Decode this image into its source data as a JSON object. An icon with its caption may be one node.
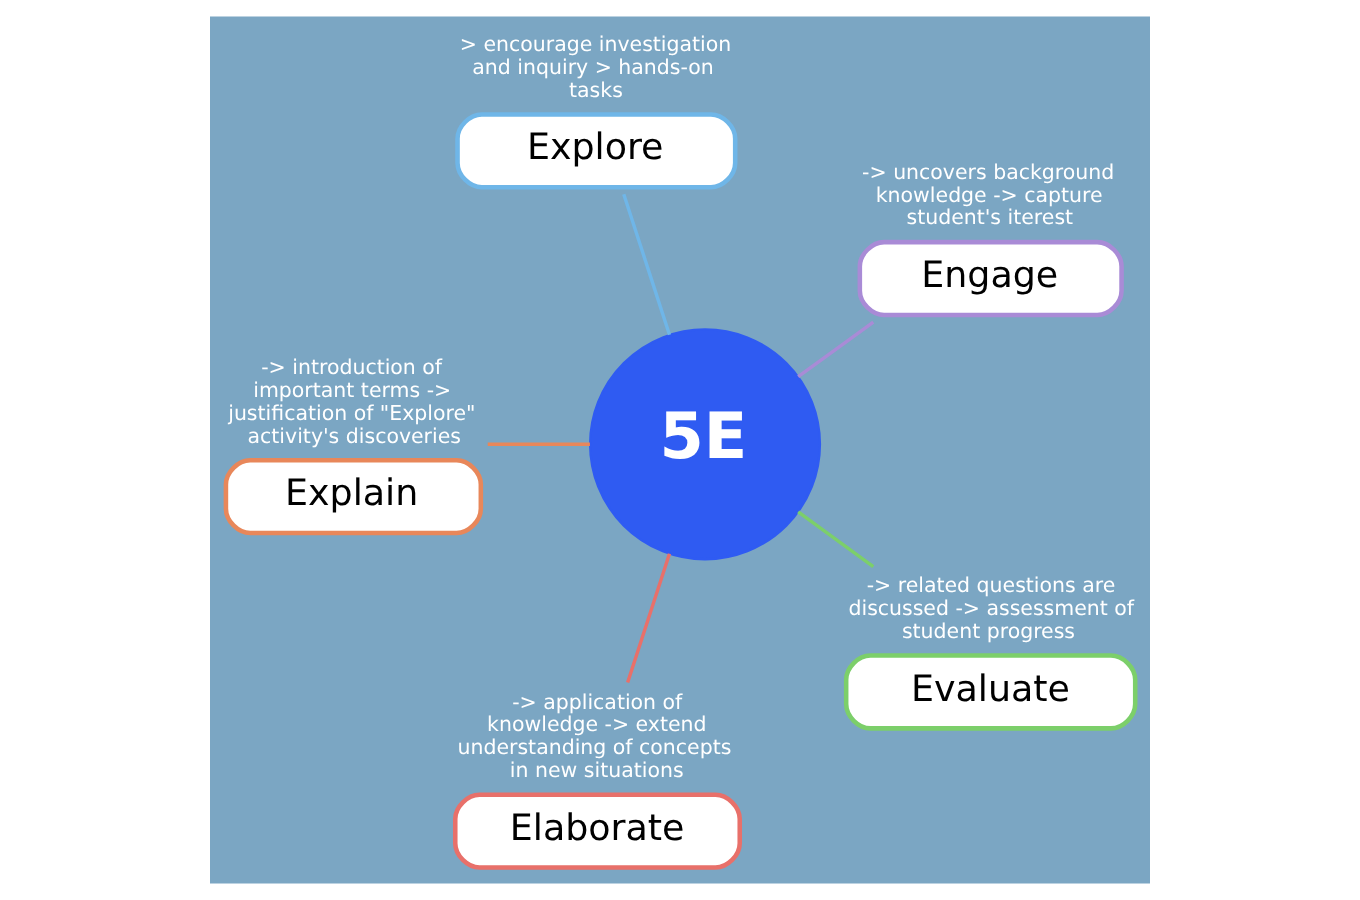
{
  "diagram": {
    "nodes": [
      {
        "text": [
          "5E"
        ]
      },
      {
        "text": [
          "Engage"
        ],
        "beside": [
          "-> uncovers background knowledge -> capture student's iterest"
        ]
      },
      {
        "text": [
          "Explore"
        ],
        "beside": [
          "> encourage investigation and inquiry > hands-on tasks"
        ]
      },
      {
        "text": [
          "Explain"
        ],
        "beside": [
          "-> introduction of important terms -> justification of \"Explore\" activity's discoveries"
        ]
      },
      {
        "text": [
          "Elaborate"
        ],
        "beside": [
          "-> application of knowledge -> extend understanding of concepts in new situations"
        ]
      },
      {
        "text": [
          "Evaluate"
        ],
        "beside": [
          "-> related questions are discussed -> assessment of student progress"
        ]
      }
    ],
    "edges": [
      {
        "from": 0,
        "to": 1,
        "arrow": "none",
        "color": "#a98bd6"
      },
      {
        "from": 0,
        "to": 2,
        "arrow": "none",
        "color": "#6fb6e8"
      },
      {
        "from": 0,
        "to": 3,
        "arrow": "none",
        "color": "#e8875a"
      },
      {
        "from": 0,
        "to": 4,
        "arrow": "none",
        "color": "#e8706a"
      },
      {
        "from": 0,
        "to": 5,
        "arrow": "none",
        "color": "#7ccf6a"
      }
    ]
  }
}
